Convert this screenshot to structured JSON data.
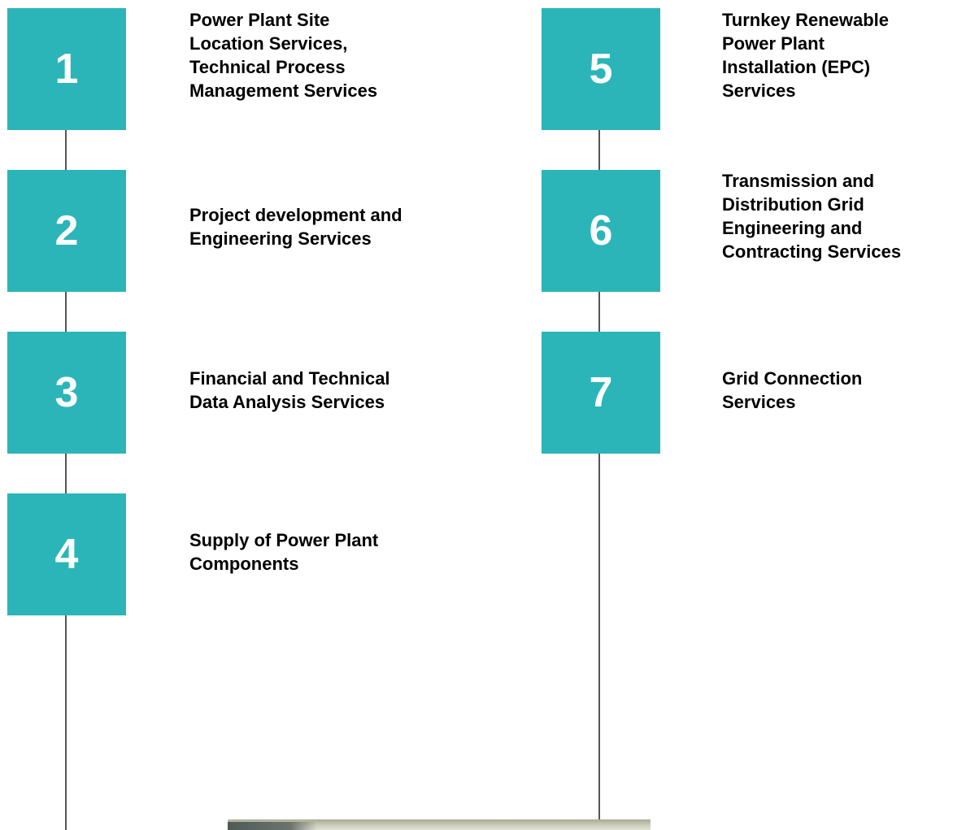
{
  "accent_color": "#2bb5b8",
  "steps_left": [
    {
      "number": "1",
      "label": "Power Plant Site\nLocation Services,\nTechnical Process\nManagement Services"
    },
    {
      "number": "2",
      "label": "Project development and\nEngineering Services"
    },
    {
      "number": "3",
      "label": "Financial and Technical\nData Analysis Services"
    },
    {
      "number": "4",
      "label": "Supply of Power Plant\nComponents"
    }
  ],
  "steps_right": [
    {
      "number": "5",
      "label": "Turnkey Renewable\nPower Plant\nInstallation (EPC)\nServices"
    },
    {
      "number": "6",
      "label": "Transmission and\nDistribution Grid\nEngineering and\nContracting Services"
    },
    {
      "number": "7",
      "label": "Grid Connection\nServices"
    }
  ]
}
